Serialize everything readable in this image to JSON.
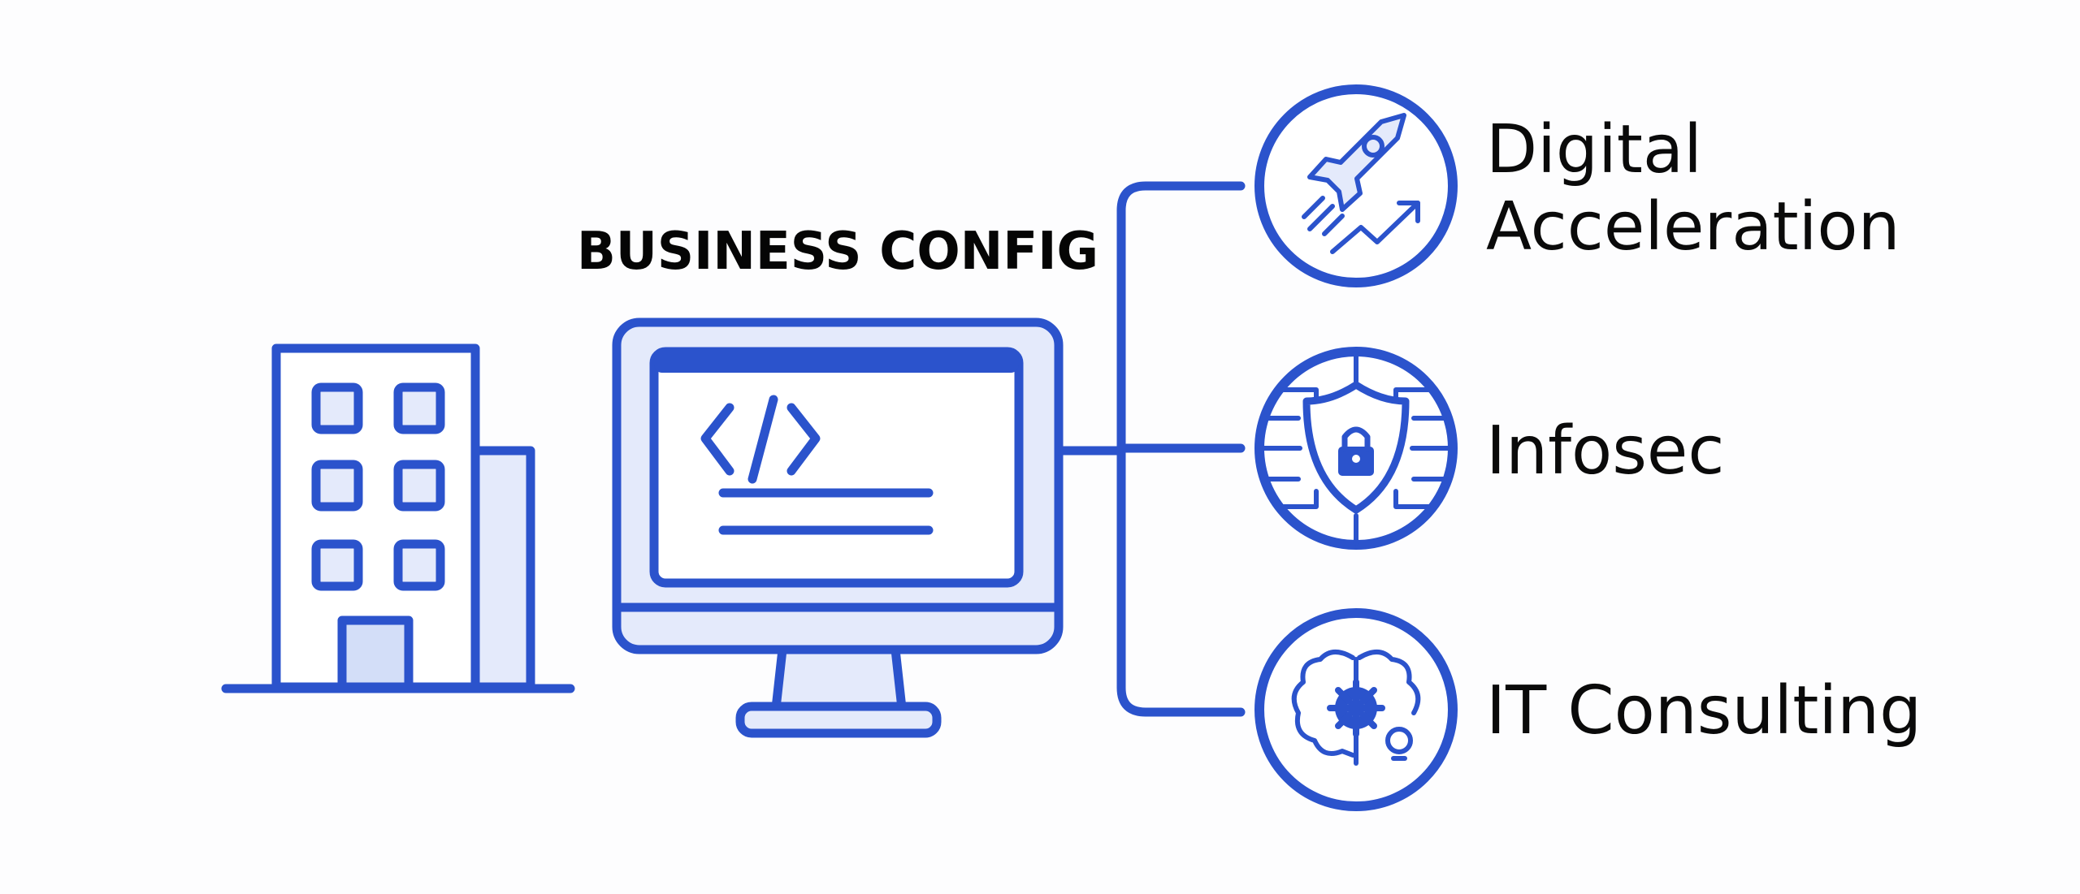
{
  "title": "BUSINESS CONFIG",
  "colors": {
    "accent": "#2b53cc",
    "light_fill": "#e4eafb",
    "text": "#0a0a0a"
  },
  "services": [
    {
      "icon": "rocket-growth-icon",
      "label_line1": "Digital",
      "label_line2": "Acceleration"
    },
    {
      "icon": "shield-lock-icon",
      "label_line1": "Infosec"
    },
    {
      "icon": "brain-gear-icon",
      "label_line1": "IT Consulting"
    }
  ],
  "code_symbol": "</>"
}
